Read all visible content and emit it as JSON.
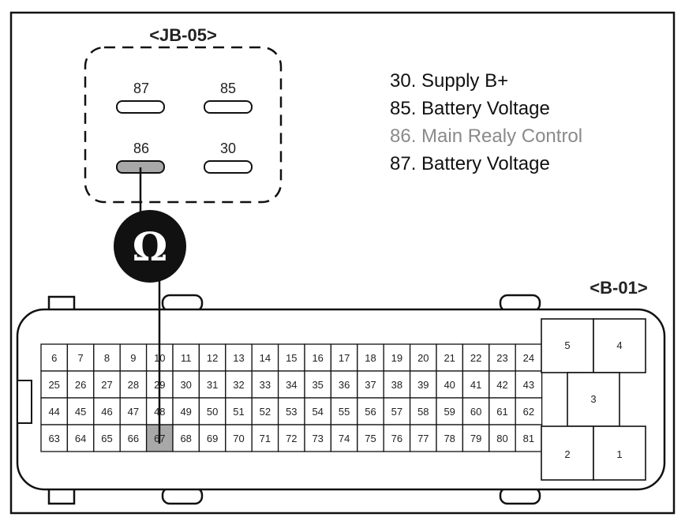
{
  "relay": {
    "title": "<JB-05>",
    "terminals": [
      {
        "label": "87",
        "highlighted": false
      },
      {
        "label": "85",
        "highlighted": false
      },
      {
        "label": "86",
        "highlighted": true
      },
      {
        "label": "30",
        "highlighted": false
      }
    ]
  },
  "legend": [
    {
      "text": "30. Supply B+",
      "highlighted": false
    },
    {
      "text": "85. Battery Voltage",
      "highlighted": false
    },
    {
      "text": "86. Main Realy Control",
      "highlighted": true
    },
    {
      "text": "87. Battery Voltage",
      "highlighted": false
    }
  ],
  "meter": {
    "symbol": "Ω"
  },
  "connector": {
    "title": "<B-01>",
    "rows": [
      [
        "6",
        "7",
        "8",
        "9",
        "10",
        "11",
        "12",
        "13",
        "14",
        "15",
        "16",
        "17",
        "18",
        "19",
        "20",
        "21",
        "22",
        "23",
        "24"
      ],
      [
        "25",
        "26",
        "27",
        "28",
        "29",
        "30",
        "31",
        "32",
        "33",
        "34",
        "35",
        "36",
        "37",
        "38",
        "39",
        "40",
        "41",
        "42",
        "43"
      ],
      [
        "44",
        "45",
        "46",
        "47",
        "48",
        "49",
        "50",
        "51",
        "52",
        "53",
        "54",
        "55",
        "56",
        "57",
        "58",
        "59",
        "60",
        "61",
        "62"
      ],
      [
        "63",
        "64",
        "65",
        "66",
        "67",
        "68",
        "69",
        "70",
        "71",
        "72",
        "73",
        "74",
        "75",
        "76",
        "77",
        "78",
        "79",
        "80",
        "81"
      ]
    ],
    "highlighted_pin": "67",
    "large_pins": [
      "5",
      "4",
      "3",
      "2",
      "1"
    ]
  },
  "colors": {
    "highlight": "#a8a8a8",
    "line": "#111111"
  }
}
